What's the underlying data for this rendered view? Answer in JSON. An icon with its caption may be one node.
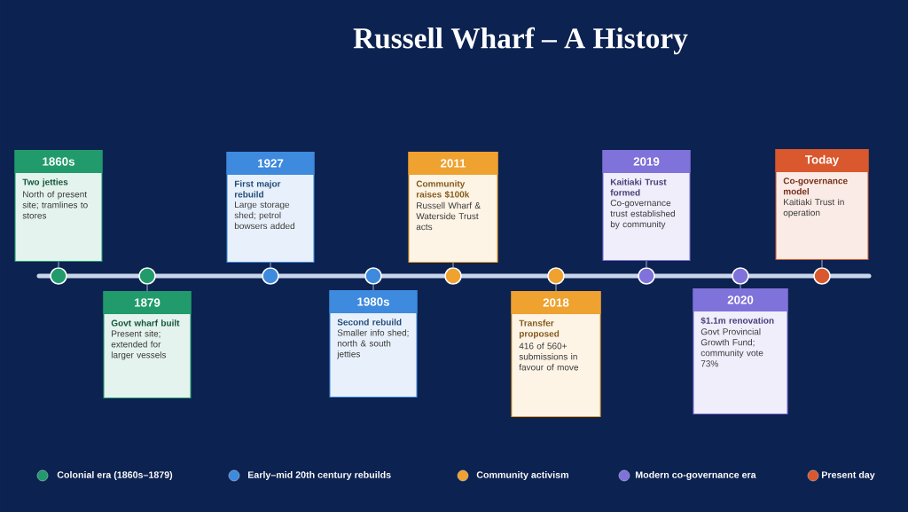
{
  "diagram": {
    "title": "Russell Wharf – A History",
    "nodes": [
      {
        "text": [
          "1860s",
          "Two jetties",
          "North of present site; tramlines to stores"
        ]
      },
      {
        "text": [],
        "shape": "circle"
      },
      {
        "text": [
          "1879",
          "Govt wharf built",
          "Present site; extended for larger vessels"
        ]
      },
      {
        "text": [],
        "shape": "circle"
      },
      {
        "text": [
          "1927",
          "First major rebuild",
          "Large storage shed; petrol bowsers added"
        ]
      },
      {
        "text": [],
        "shape": "circle"
      },
      {
        "text": [
          "1980s",
          "Second rebuild",
          "Smaller info shed; north & south jetties"
        ]
      },
      {
        "text": [],
        "shape": "circle"
      },
      {
        "text": [
          "2011",
          "Community raises $100k",
          "Russell Wharf & Waterside Trust acts"
        ]
      },
      {
        "text": [],
        "shape": "circle"
      },
      {
        "text": [
          "2018",
          "Transfer proposed",
          "416 of 560+ submissions in favour of move"
        ]
      },
      {
        "text": [],
        "shape": "circle"
      },
      {
        "text": [
          "2019",
          "Kaitiaki Trust formed",
          "Co-governance trust established by community"
        ]
      },
      {
        "text": [],
        "shape": "circle"
      },
      {
        "text": [
          "2020",
          "$1.1m renovation",
          "Govt Provincial Growth Fund; community vote 73%"
        ]
      },
      {
        "text": [],
        "shape": "circle"
      },
      {
        "text": [
          "Today",
          "Co-governance model",
          "Kaitiaki Trust in operation"
        ]
      },
      {
        "text": [],
        "shape": "circle"
      }
    ],
    "edges": [
      {
        "from": 0,
        "to": 1,
        "arrow": "none"
      },
      {
        "from": 2,
        "to": 3,
        "arrow": "none"
      },
      {
        "from": 4,
        "to": 5,
        "arrow": "none"
      },
      {
        "from": 6,
        "to": 7,
        "arrow": "none"
      },
      {
        "from": 8,
        "to": 9,
        "arrow": "none"
      },
      {
        "from": 10,
        "to": 11,
        "arrow": "none"
      },
      {
        "from": 12,
        "to": 13,
        "arrow": "none"
      },
      {
        "from": 14,
        "to": 15,
        "arrow": "none"
      },
      {
        "from": 16,
        "to": 17,
        "arrow": "none"
      }
    ],
    "legend": [
      {
        "text": "Colonial era (1860s–1879)",
        "color": "#219b6c"
      },
      {
        "text": "Early–mid 20th century rebuilds",
        "color": "#3d8ade"
      },
      {
        "text": "Community activism",
        "color": "#efa22f"
      },
      {
        "text": "Modern co-governance era",
        "color": "#7f72da"
      },
      {
        "text": "Present day",
        "color": "#d9582d"
      }
    ]
  }
}
